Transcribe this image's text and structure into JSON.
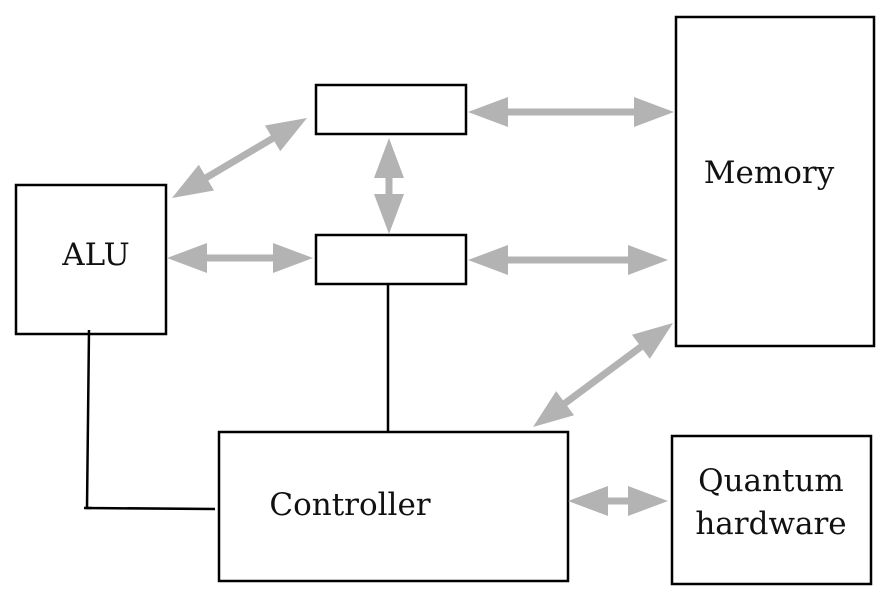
{
  "diagram": {
    "title": "",
    "colors": {
      "box_stroke": "#000000",
      "arrow": "#b3b3b3",
      "text": "#111111",
      "background": "#ffffff"
    },
    "nodes": {
      "alu": {
        "label": "ALU"
      },
      "register_top": {
        "label": ""
      },
      "register_bottom": {
        "label": ""
      },
      "memory": {
        "label": "Memory"
      },
      "controller": {
        "label": "Controller"
      },
      "quantum": {
        "label_line1": "Quantum",
        "label_line2": "hardware"
      }
    },
    "edges": [
      {
        "from": "alu",
        "to": "register_top",
        "type": "bidirectional-arrow"
      },
      {
        "from": "alu",
        "to": "register_bottom",
        "type": "bidirectional-arrow"
      },
      {
        "from": "register_top",
        "to": "register_bottom",
        "type": "bidirectional-arrow"
      },
      {
        "from": "register_top",
        "to": "memory",
        "type": "bidirectional-arrow"
      },
      {
        "from": "register_bottom",
        "to": "memory",
        "type": "bidirectional-arrow"
      },
      {
        "from": "controller",
        "to": "memory",
        "type": "bidirectional-arrow"
      },
      {
        "from": "controller",
        "to": "quantum",
        "type": "bidirectional-arrow"
      },
      {
        "from": "register_bottom",
        "to": "controller",
        "type": "line"
      },
      {
        "from": "alu",
        "to": "controller",
        "type": "line"
      }
    ]
  }
}
